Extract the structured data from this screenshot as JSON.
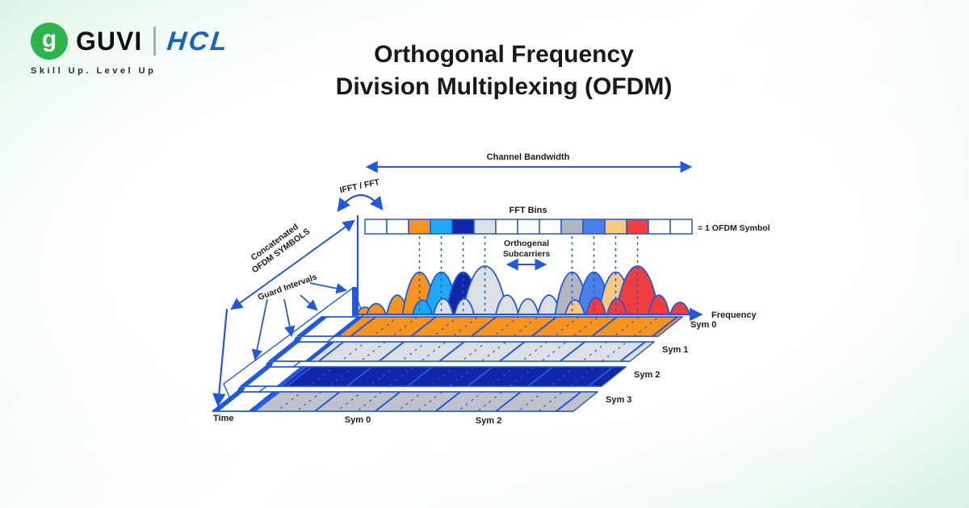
{
  "header": {
    "logo": {
      "glyph": "g",
      "guvi": "GUVI",
      "hcl": "HCL",
      "tagline": "Skill Up. Level Up",
      "guvi_green": "#2CB34B",
      "hcl_blue": "#1765BB"
    },
    "title": {
      "line1": "Orthogonal Frequency",
      "line2": "Division Multiplexing (OFDM)"
    }
  },
  "diagram": {
    "labels": {
      "channel_bandwidth": "Channel Bandwidth",
      "ifft_fft": "IFFT / FFT",
      "fft_bins": "FFT Bins",
      "ofdm_symbol_eq": "= 1 OFDM Symbol",
      "ortho1": "Orthogenal",
      "ortho2": "Subcarriers",
      "concat1": "Concatenated",
      "concat2": "OFDM SYMBOLS",
      "guard": "Guard Intervals",
      "frequency": "Frequency",
      "time": "Time"
    },
    "sym_right": [
      "Sym 0",
      "Sym 1",
      "Sym 2",
      "Sym 3"
    ],
    "sym_bottom": [
      "Sym 0",
      "Sym 2"
    ],
    "colors": {
      "line": "#2158DC",
      "orange": "#F7941D",
      "cyan": "#1FA9F0",
      "navy": "#1226AA",
      "lightgray": "#DCE0E6",
      "gray": "#B2B6BC",
      "blue": "#4A80E8",
      "tan": "#F8C87C",
      "red": "#F03E3E",
      "row_gray": "#BFC3C9"
    },
    "fft_bins": [
      "white",
      "white",
      "orange",
      "cyan",
      "navy",
      "lightgray",
      "white",
      "white",
      "white",
      "gray",
      "blue",
      "tan",
      "red",
      "white",
      "white"
    ],
    "row_colors": [
      "orange",
      "lightgray",
      "navy",
      "row_gray"
    ]
  }
}
